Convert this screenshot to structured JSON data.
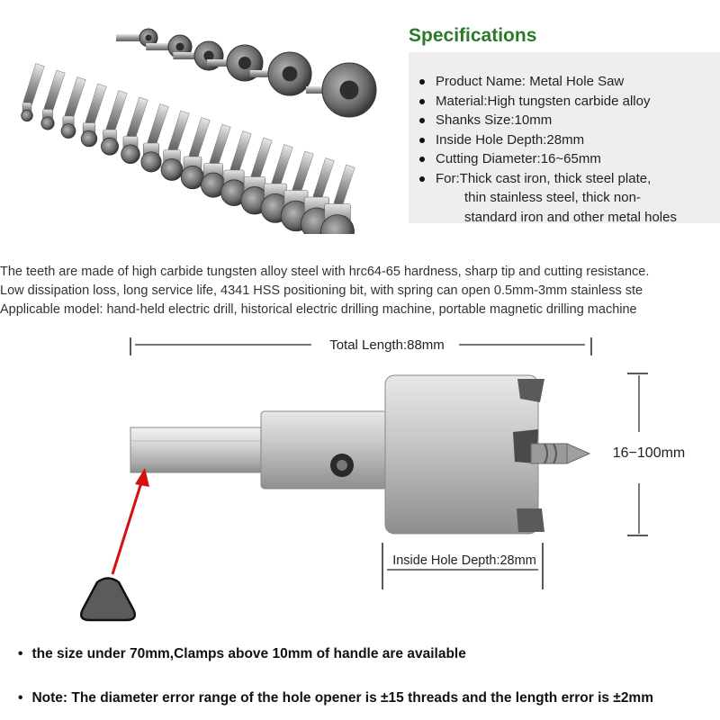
{
  "specifications": {
    "title": "Specifications",
    "items": [
      "Product Name: Metal Hole Saw",
      "Material:High tungsten carbide alloy",
      "Shanks Size:10mm",
      "Inside Hole Depth:28mm",
      "Cutting Diameter:16~65mm"
    ],
    "for_lines": [
      "For:Thick cast iron, thick steel plate,",
      "thin stainless steel, thick non-",
      "standard iron and other metal holes"
    ]
  },
  "description": [
    "The teeth are made of high carbide tungsten alloy steel with hrc64-65 hardness, sharp tip and cutting resistance.",
    "Low dissipation loss, long service life, 4341 HSS positioning bit, with spring can open 0.5mm-3mm stainless ste",
    "Applicable model: hand-held electric drill, historical electric drilling machine, portable magnetic drilling machine"
  ],
  "diagram": {
    "total_length": "Total Length:88mm",
    "diameter": "16−100mm",
    "inside_depth": "Inside Hole Depth:28mm"
  },
  "notes": [
    "the size under 70mm,Clamps above 10mm of handle are available",
    "Note: The diameter error range of the hole opener is ±15 threads and the length error is ±2mm"
  ],
  "colors": {
    "title_green": "#2a7a2a",
    "panel_bg": "#eeeeee",
    "arrow_red": "#d41010"
  }
}
